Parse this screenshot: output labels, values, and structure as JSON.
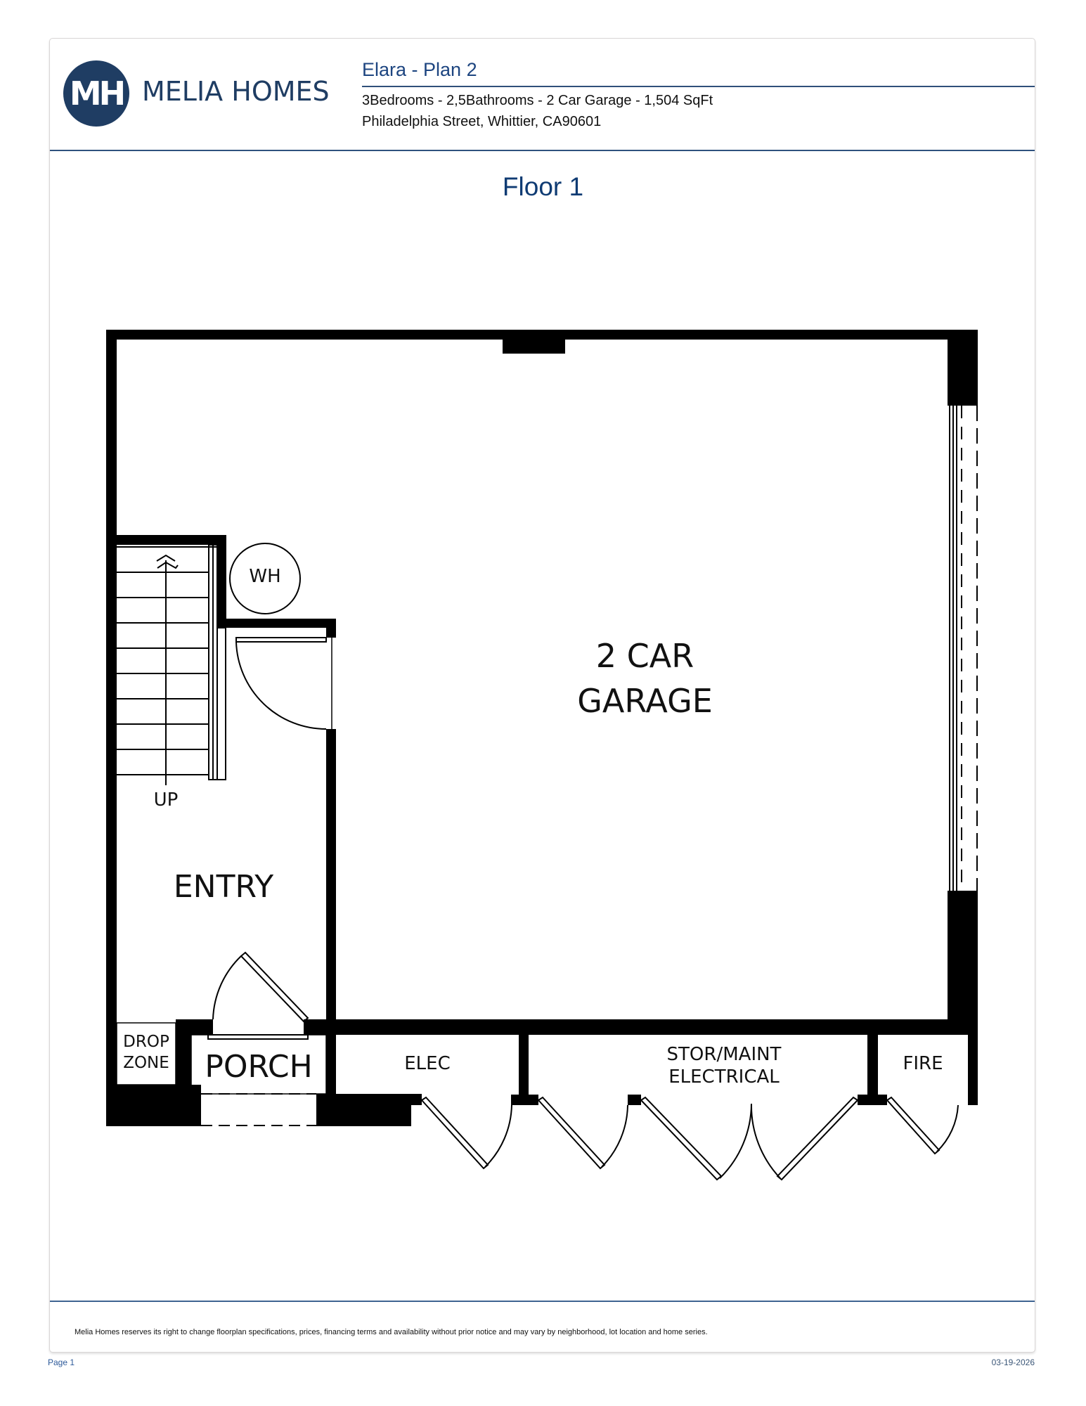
{
  "brand": {
    "monogram": "MH",
    "name": "MELIA HOMES",
    "color": "#1f3d63"
  },
  "header": {
    "plan_title": "Elara - Plan 2",
    "specs": "3Bedrooms - 2,5Bathrooms - 2 Car Garage - 1,504 SqFt",
    "address": "Philadelphia Street, Whittier, CA90601",
    "accent_color": "#1d4580"
  },
  "floor": {
    "label": "Floor 1",
    "rooms": {
      "garage_line1": "2 CAR",
      "garage_line2": "GARAGE",
      "entry": "ENTRY",
      "porch": "PORCH",
      "drop_zone_line1": "DROP",
      "drop_zone_line2": "ZONE",
      "elec": "ELEC",
      "stor_line1": "STOR/MAINT",
      "stor_line2": "ELECTRICAL",
      "fire": "FIRE"
    },
    "fixtures": {
      "water_heater": "WH",
      "stairs_direction": "UP"
    }
  },
  "footer": {
    "disclaimer": "Melia Homes reserves its right to change floorplan specifications, prices, financing terms and availability without prior notice and may vary by neighborhood, lot location and home series.",
    "page": "Page 1",
    "date": "03-19-2026"
  }
}
